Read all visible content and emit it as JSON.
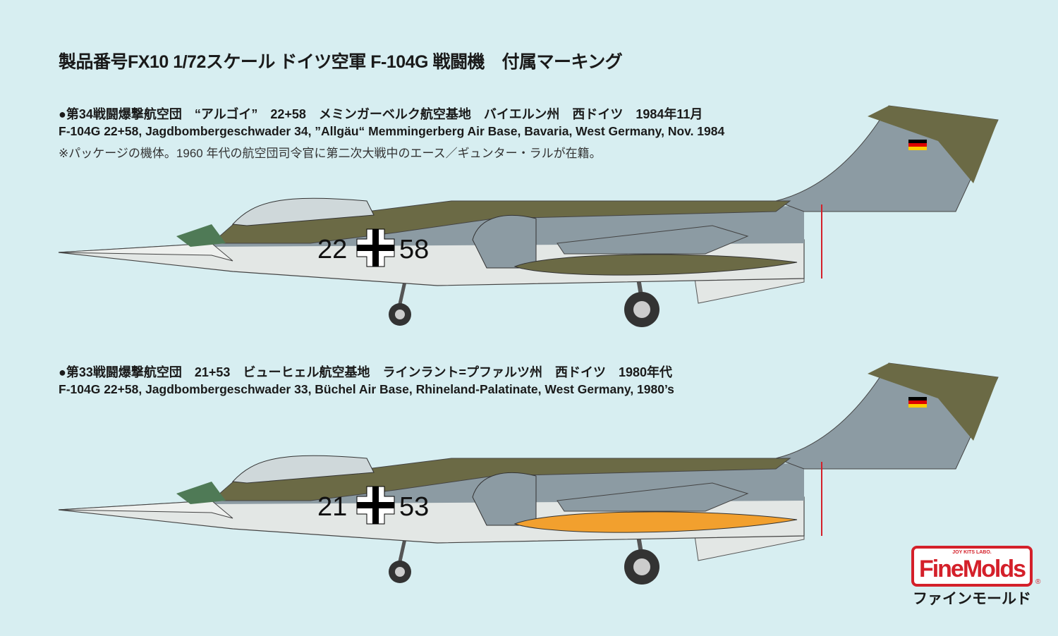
{
  "title": "製品番号FX10 1/72スケール ドイツ空軍 F-104G 戦闘機　付属マーキング",
  "schemes": [
    {
      "heading_jp": "●第34戦闘爆撃航空団　“アルゴイ”　22+58　メミンガーベルク航空基地　バイエルン州　西ドイツ　1984年11月",
      "heading_en": "F-104G 22+58, Jagdbombergeschwader 34,  ”Allgäu“  Memmingerberg Air Base, Bavaria, West Germany, Nov. 1984",
      "note": "※パッケージの機体。1960 年代の航空団司令官に第二次大戦中のエース／ギュンター・ラルが在籍。",
      "code_left": "22",
      "code_right": "58",
      "tank_color": "#6b6a45"
    },
    {
      "heading_jp": "●第33戦闘爆撃航空団　21+53　ビューヒェル航空基地　ラインラント=プファルツ州　西ドイツ　1980年代",
      "heading_en": "F-104G 22+58, Jagdbombergeschwader 33,  Büchel Air Base, Rhineland-Palatinate, West Germany,  1980’s",
      "code_left": "21",
      "code_right": "53",
      "tank_color": "#f2a02e"
    }
  ],
  "colors": {
    "background": "#d7eef1",
    "olive": "#6b6a45",
    "grey": "#8c9ba3",
    "light": "#e3e7e5",
    "brand_red": "#d4202a"
  },
  "logo": {
    "small": "JOY KITS LABO.",
    "main": "FineMolds",
    "kana": "ファインモールド",
    "reg": "®"
  }
}
